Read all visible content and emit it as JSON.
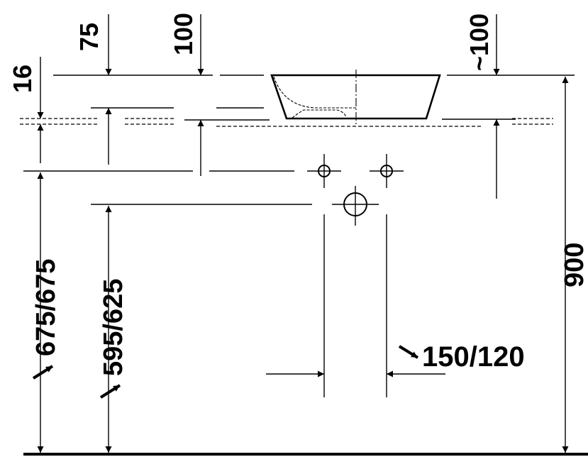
{
  "labels": {
    "d16": "16",
    "d75": "75",
    "d100": "100",
    "d100_approx": "~100",
    "d900": "900",
    "d675": "675/675",
    "d595": "595/625",
    "d150": "150/120"
  },
  "colors": {
    "line": "#000000",
    "background": "#ffffff"
  }
}
